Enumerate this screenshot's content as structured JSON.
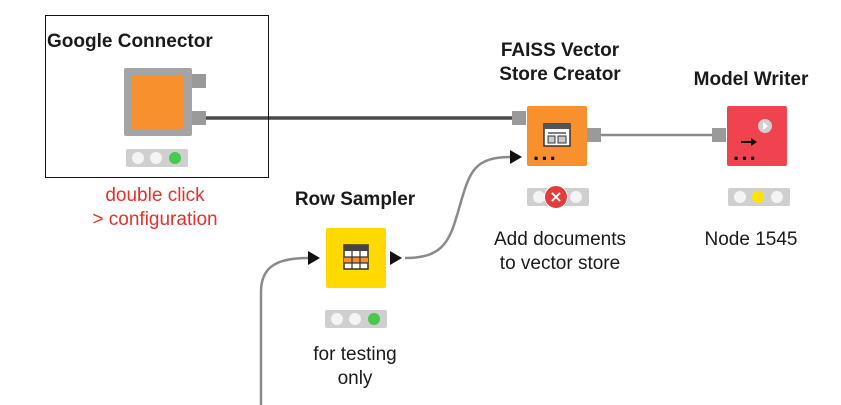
{
  "nodes": {
    "google_connector": {
      "title": "Google Connector",
      "annotation": [
        "double click",
        "> configuration"
      ],
      "status": [
        "off",
        "off",
        "green"
      ]
    },
    "faiss_creator": {
      "title": [
        "FAISS Vector",
        "Store Creator"
      ],
      "label": [
        "Add documents",
        "to vector store"
      ],
      "status": [
        "off",
        "error",
        "off"
      ]
    },
    "model_writer": {
      "title": "Model Writer",
      "label": "Node 1545",
      "status": [
        "off",
        "yellow",
        "off"
      ]
    },
    "row_sampler": {
      "title": "Row Sampler",
      "label": [
        "for testing",
        "only"
      ],
      "status": [
        "off",
        "off",
        "green"
      ]
    }
  },
  "icons": {
    "vector_store": "vector-store-icon",
    "table_grid": "table-grid-icon",
    "model_writer": "play-arrow-icon",
    "error": "error-x-icon"
  },
  "colors": {
    "orange": "#f7902d",
    "yellow": "#ffd900",
    "red_node": "#ef4350",
    "annotation_red": "#e4322b",
    "status_green": "#46c94e",
    "status_yellow": "#ffe400",
    "error_red": "#e23d3d"
  }
}
